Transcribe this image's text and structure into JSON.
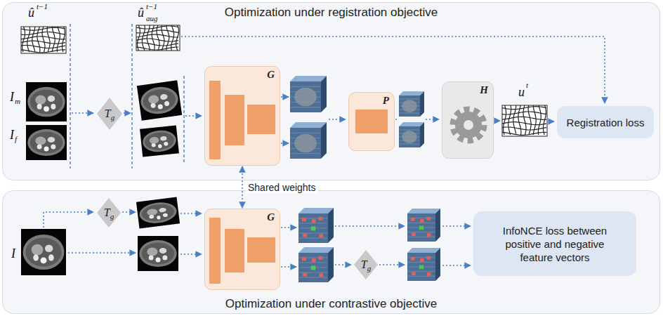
{
  "diagram": {
    "nodes": [
      {
        "text": [
          "Optimization under registration objective"
        ]
      },
      {
        "text": [
          "T",
          "g"
        ],
        "in": 0
      },
      {
        "text": [
          "G"
        ],
        "in": 0
      },
      {
        "text": [
          "P"
        ],
        "in": 0
      },
      {
        "text": [
          "H"
        ],
        "in": 0
      },
      {
        "text": [
          "Registration loss"
        ],
        "in": 0
      },
      {
        "text": [
          "Optimization under contrastive objective"
        ]
      },
      {
        "text": [
          "T",
          "g"
        ],
        "in": 6
      },
      {
        "text": [
          "G"
        ],
        "in": 6
      },
      {
        "text": [
          "T",
          "g"
        ],
        "in": 6
      },
      {
        "text": [
          "InfoNCE loss between positive and negative feature vectors"
        ],
        "in": 6
      }
    ],
    "edges": [
      {
        "from": 2,
        "to": 8,
        "arrow": "both",
        "label": "Shared weights"
      }
    ],
    "labels": [
      "û",
      "t−1",
      "û",
      "t−1",
      "aug",
      "I",
      "m",
      "I",
      "f",
      "u",
      "t",
      "I"
    ]
  }
}
